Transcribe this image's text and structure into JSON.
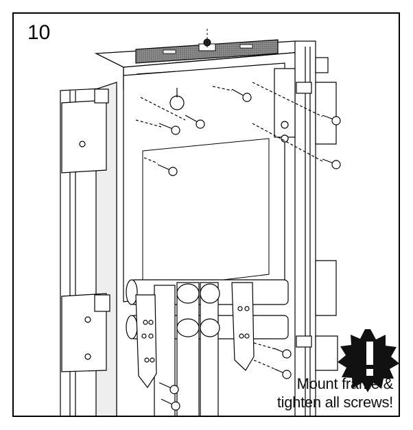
{
  "step": {
    "number": "10"
  },
  "warning": {
    "icon": "exclamation-starburst-icon",
    "line1": "Mount frame &",
    "line2": "tighten all screws!"
  },
  "colors": {
    "ink": "#000000",
    "paper": "#ffffff",
    "shade": "#d9d9d9",
    "dark": "#555555"
  }
}
